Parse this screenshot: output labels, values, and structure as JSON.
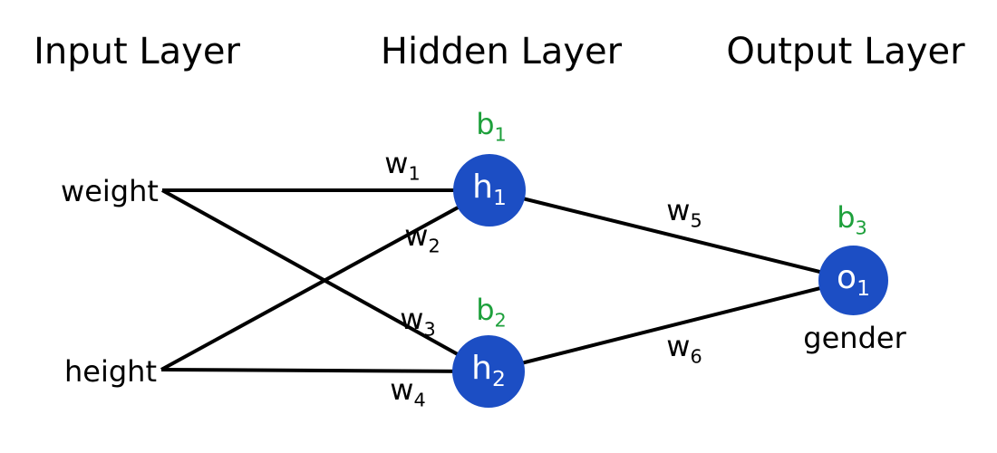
{
  "headers": {
    "input": "Input Layer",
    "hidden": "Hidden Layer",
    "output": "Output Layer"
  },
  "colors": {
    "background": "#ffffff",
    "node_fill": "#1c4ec4",
    "node_text": "#ffffff",
    "bias_text": "#1ea03c",
    "edge": "#000000",
    "label_text": "#000000"
  },
  "input_nodes": [
    {
      "label": "weight"
    },
    {
      "label": "height"
    }
  ],
  "hidden_nodes": [
    {
      "label_base": "h",
      "label_sub": "1",
      "bias_base": "b",
      "bias_sub": "1"
    },
    {
      "label_base": "h",
      "label_sub": "2",
      "bias_base": "b",
      "bias_sub": "2"
    }
  ],
  "output_nodes": [
    {
      "label_base": "o",
      "label_sub": "1",
      "bias_base": "b",
      "bias_sub": "3",
      "caption": "gender"
    }
  ],
  "weight_labels": [
    {
      "base": "w",
      "sub": "1"
    },
    {
      "base": "w",
      "sub": "2"
    },
    {
      "base": "w",
      "sub": "3"
    },
    {
      "base": "w",
      "sub": "4"
    },
    {
      "base": "w",
      "sub": "5"
    },
    {
      "base": "w",
      "sub": "6"
    }
  ],
  "connections": [
    {
      "from": "weight",
      "to": "h1",
      "weight": "w1"
    },
    {
      "from": "height",
      "to": "h1",
      "weight": "w2"
    },
    {
      "from": "weight",
      "to": "h2",
      "weight": "w3"
    },
    {
      "from": "height",
      "to": "h2",
      "weight": "w4"
    },
    {
      "from": "h1",
      "to": "o1",
      "weight": "w5"
    },
    {
      "from": "h2",
      "to": "o1",
      "weight": "w6"
    }
  ]
}
